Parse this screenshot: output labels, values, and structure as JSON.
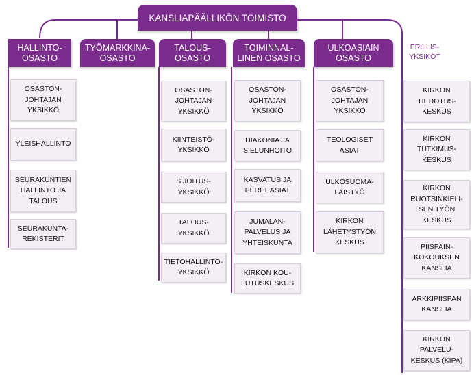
{
  "top": {
    "label": "KANSLIAPÄÄLLIKÖN TOIMISTO"
  },
  "colors": {
    "accent": "#7b2d8e",
    "unit_bg": "#f4eef5"
  },
  "departments": [
    {
      "label": "HALLINTO-\nOSASTO",
      "units": [
        "OSASTON-\nJOHTAJAN\nYKSIKKÖ",
        "YLEISHALLINTO",
        "SEURAKUNTIEN\nHALLINTO JA\nTALOUS",
        "SEURAKUNTA-\nREKISTERIT"
      ]
    },
    {
      "label": "TYÖMARKKINA-\nOSASTO",
      "units": []
    },
    {
      "label": "TALOUS-\nOSASTO",
      "units": [
        "OSASTON-\nJOHTAJAN\nYKSIKKÖ",
        "KIINTEISTÖ-\nYKSIKKÖ",
        "SIJOITUS-\nYKSIKKÖ",
        "TALOUS-\nYKSIKKÖ",
        "TIETOHALLINTO-\nYKSIKKÖ"
      ]
    },
    {
      "label": "TOIMINNAL-\nLINEN OSASTO",
      "units": [
        "OSASTON-\nJOHTAJAN\nYKSIKKÖ",
        "DIAKONIA JA\nSIELUNHOITO",
        "KASVATUS JA\nPERHEASIAT",
        "JUMALAN-\nPALVELUS JA\nYHTEISKUNTA",
        "KIRKON KOU-\nLUTUSKESKUS"
      ]
    },
    {
      "label": "ULKOASIAIN\nOSASTO",
      "units": [
        "OSASTON-\nJOHTAJAN\nYKSIKKÖ",
        "TEOLOGISET\nASIAT",
        "ULKOSUOMA-\nLAISTYÖ",
        "KIRKON\nLÄHETYSTYÖN\nKESKUS"
      ]
    }
  ],
  "separate": {
    "label": "ERILLIS-\nYKSIKÖT",
    "units": [
      "KIRKON\nTIEDOTUS-\nKESKUS",
      "KIRKON\nTUTKIMUS-\nKESKUS",
      "KIRKON\nRUOTSINKIELI-\nSEN TYÖN\nKESKUS",
      "PIISPAIN-\nKOKOUKSEN\nKANSLIA",
      "ARKKIPIISPAN\nKANSLIA",
      "KIRKON\nPALVELU-\nKESKUS (KIPA)"
    ]
  }
}
